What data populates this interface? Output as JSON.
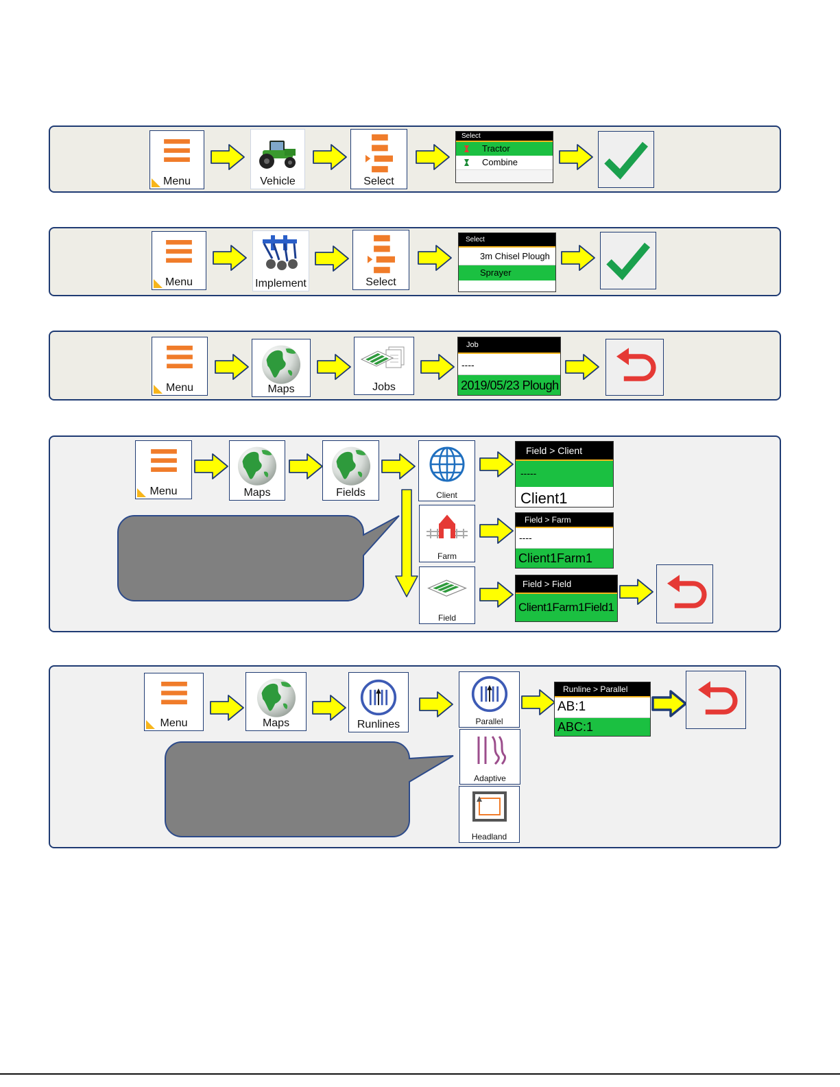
{
  "labels": {
    "menu": "Menu",
    "vehicle": "Vehicle",
    "select": "Select",
    "implement": "Implement",
    "maps": "Maps",
    "jobs": "Jobs",
    "fields": "Fields",
    "client": "Client",
    "farm": "Farm",
    "field": "Field",
    "runlines": "Runlines",
    "parallel": "Parallel",
    "adaptive": "Adaptive",
    "headland": "Headland"
  },
  "vehicle_select": {
    "title": "Select",
    "items": [
      "Tractor",
      "Combine"
    ]
  },
  "implement_select": {
    "title": "Select",
    "items": [
      "3m Chisel Plough",
      "Sprayer"
    ]
  },
  "job_select": {
    "title": "Job",
    "items": [
      "----",
      "2019/05/23 Plough"
    ]
  },
  "client_select": {
    "title": "Field > Client",
    "items": [
      "-----",
      "Client1"
    ]
  },
  "farm_select": {
    "title": "Field > Farm",
    "items": [
      "----",
      "Client1Farm1"
    ]
  },
  "field_select": {
    "title": "Field > Field",
    "items": [
      "Client1Farm1Field1"
    ]
  },
  "runline_select": {
    "title": "Runline > Parallel",
    "items": [
      "AB:1",
      "ABC:1"
    ]
  },
  "colors": {
    "accent_orange": "#f07c2a",
    "selected_green": "#1bc041",
    "arrow_yellow": "#ffff00",
    "check_green": "#1aa04d",
    "undo_red": "#e53935",
    "frame_blue": "#1f3b73"
  }
}
